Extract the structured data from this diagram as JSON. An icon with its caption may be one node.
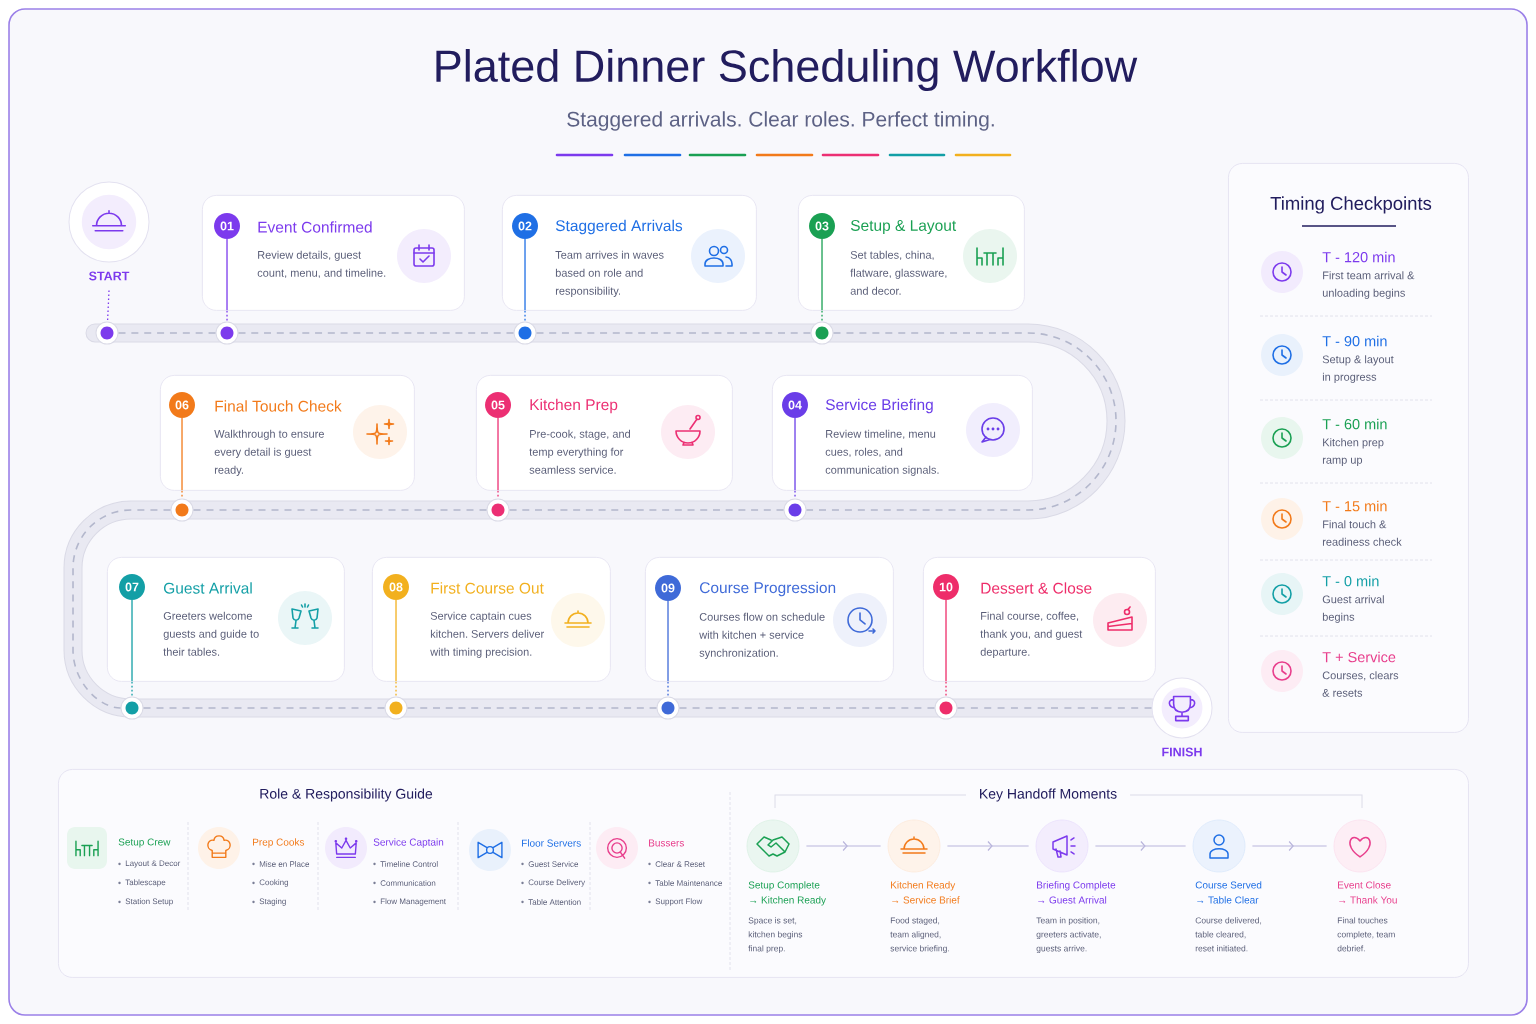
{
  "diagram": {
    "title": "Plated Dinner Scheduling Workflow",
    "nodes": [
      {
        "text": [],
        "shape": "circle",
        "beside": [
          "START"
        ]
      },
      {
        "text": [
          "01",
          "Event Confirmed",
          "Review details, guest count, menu, and timeline."
        ]
      },
      {
        "text": [
          "02",
          "Staggered Arrivals",
          "Team arrives in waves based on role and responsibility."
        ]
      },
      {
        "text": [
          "03",
          "Setup & Layout",
          "Set tables, china, flatware, glassware, and decor."
        ]
      },
      {
        "text": [
          "04",
          "Service Briefing",
          "Review timeline, menu cues, roles, and communication signals."
        ]
      },
      {
        "text": [
          "05",
          "Kitchen Prep",
          "Pre-cook, stage, and temp everything for seamless service."
        ]
      },
      {
        "text": [
          "06",
          "Final Touch Check",
          "Walkthrough to ensure every detail is guest ready."
        ]
      },
      {
        "text": [
          "07",
          "Guest Arrival",
          "Greeters welcome guests and guide to their tables."
        ]
      },
      {
        "text": [
          "08",
          "First Course Out",
          "Service captain cues kitchen. Servers deliver with timing precision."
        ]
      },
      {
        "text": [
          "09",
          "Course Progression",
          "Courses flow on schedule with kitchen + service synchronization."
        ]
      },
      {
        "text": [
          "10",
          "Dessert & Close",
          "Final course, coffee, thank you, and guest departure."
        ]
      },
      {
        "text": [],
        "shape": "circle",
        "beside": [
          "FINISH"
        ]
      },
      {
        "text": [],
        "shape": "circle"
      },
      {
        "text": [],
        "shape": "circle"
      },
      {
        "text": [],
        "shape": "circle"
      },
      {
        "text": [],
        "shape": "circle"
      },
      {
        "text": [],
        "shape": "circle"
      },
      {
        "text": [],
        "shape": "circle"
      },
      {
        "text": [],
        "shape": "circle"
      },
      {
        "text": [],
        "shape": "circle"
      },
      {
        "text": [],
        "shape": "circle"
      },
      {
        "text": [],
        "shape": "circle"
      },
      {
        "text": [],
        "shape": "circle"
      },
      {
        "text": [
          "Timing Checkpoints"
        ]
      },
      {
        "text": [
          "T - 120 min",
          "First team arrival & unloading begins"
        ],
        "in": 23
      },
      {
        "text": [
          "T - 90 min",
          "Setup & layout in progress"
        ],
        "in": 23
      },
      {
        "text": [
          "T - 60 min",
          "Kitchen prep ramp up"
        ],
        "in": 23
      },
      {
        "text": [
          "T - 15 min",
          "Final touch & readiness check"
        ],
        "in": 23
      },
      {
        "text": [
          "T - 0 min",
          "Guest arrival begins"
        ],
        "in": 23
      },
      {
        "text": [
          "T + Service",
          "Courses, clears & resets"
        ],
        "in": 23
      },
      {
        "text": [
          "Role & Responsibility Guide",
          "Key Handoff Moments"
        ]
      },
      {
        "text": [
          "Setup Crew",
          "Layout & Decor",
          "Tablescape",
          "Station Setup"
        ],
        "in": 30
      },
      {
        "text": [
          "Prep Cooks",
          "Mise en Place",
          "Cooking",
          "Staging"
        ],
        "in": 30
      },
      {
        "text": [
          "Service Captain",
          "Timeline Control",
          "Communication",
          "Flow Management"
        ],
        "in": 30
      },
      {
        "text": [
          "Floor Servers",
          "Guest Service",
          "Course Delivery",
          "Table Attention"
        ],
        "in": 30
      },
      {
        "text": [
          "Bussers",
          "Clear & Reset",
          "Table Maintenance",
          "Support Flow"
        ],
        "in": 30
      },
      {
        "text": [
          "Setup Complete → Kitchen Ready",
          "Space is set, kitchen begins final prep."
        ],
        "in": 30
      },
      {
        "text": [
          "Kitchen Ready → Service Brief",
          "Food staged, team aligned, service briefing."
        ],
        "in": 30
      },
      {
        "text": [
          "Briefing Complete → Guest Arrival",
          "Team in position, greeters activate, guests arrive."
        ],
        "in": 30
      },
      {
        "text": [
          "Course Served → Table Clear",
          "Course delivered, table cleared, reset initiated."
        ],
        "in": 30
      },
      {
        "text": [
          "Event Close → Thank You",
          "Final touches complete, team debrief."
        ],
        "in": 30
      }
    ],
    "edges": [
      {
        "from": 0,
        "to": 12,
        "arrow": "none",
        "style": "dashed",
        "color": "#7c3aed"
      },
      {
        "from": 12,
        "to": 13,
        "arrow": "none",
        "style": "dashed",
        "color": "#b3b7cc"
      },
      {
        "from": 13,
        "to": 14,
        "arrow": "none",
        "style": "dashed",
        "color": "#b3b7cc"
      },
      {
        "from": 14,
        "to": 15,
        "arrow": "none",
        "style": "dashed",
        "color": "#b3b7cc"
      },
      {
        "from": 15,
        "to": 16,
        "arrow": "none",
        "style": "dashed",
        "color": "#b3b7cc"
      },
      {
        "from": 16,
        "to": 17,
        "arrow": "none",
        "style": "dashed",
        "color": "#b3b7cc"
      },
      {
        "from": 17,
        "to": 18,
        "arrow": "none",
        "style": "dashed",
        "color": "#b3b7cc"
      },
      {
        "from": 18,
        "to": 19,
        "arrow": "none",
        "style": "dashed",
        "color": "#b3b7cc"
      },
      {
        "from": 19,
        "to": 20,
        "arrow": "none",
        "style": "dashed",
        "color": "#b3b7cc"
      },
      {
        "from": 20,
        "to": 21,
        "arrow": "none",
        "style": "dashed",
        "color": "#b3b7cc"
      },
      {
        "from": 21,
        "to": 22,
        "arrow": "none",
        "style": "dashed",
        "color": "#b3b7cc"
      },
      {
        "from": 22,
        "to": 11,
        "arrow": "none",
        "style": "dashed",
        "color": "#b3b7cc"
      },
      {
        "from": 1,
        "to": 13,
        "arrow": "none",
        "style": "dashed",
        "color": "#7c3aed"
      },
      {
        "from": 2,
        "to": 14,
        "arrow": "none",
        "style": "dashed",
        "color": "#1f6fe5"
      },
      {
        "from": 3,
        "to": 15,
        "arrow": "none",
        "style": "dashed",
        "color": "#1aa053"
      },
      {
        "from": 4,
        "to": 16,
        "arrow": "none",
        "style": "dashed",
        "color": "#6a3de8"
      },
      {
        "from": 5,
        "to": 17,
        "arrow": "none",
        "style": "dashed",
        "color": "#ec2f73"
      },
      {
        "from": 6,
        "to": 18,
        "arrow": "none",
        "style": "dashed",
        "color": "#f27a1a"
      },
      {
        "from": 7,
        "to": 19,
        "arrow": "none",
        "style": "dashed",
        "color": "#139fa6"
      },
      {
        "from": 8,
        "to": 20,
        "arrow": "none",
        "style": "dashed",
        "color": "#f2b01e"
      },
      {
        "from": 9,
        "to": 21,
        "arrow": "none",
        "style": "dashed",
        "color": "#3f6ad8"
      },
      {
        "from": 10,
        "to": 22,
        "arrow": "none",
        "style": "dashed",
        "color": "#ee2d6a"
      },
      {
        "from": 36,
        "to": 37,
        "arrow": "to",
        "color": "#b9b5dc"
      },
      {
        "from": 37,
        "to": 38,
        "arrow": "to",
        "color": "#b9b5dc"
      },
      {
        "from": 38,
        "to": 39,
        "arrow": "to",
        "color": "#b9b5dc"
      },
      {
        "from": 39,
        "to": 40,
        "arrow": "to",
        "color": "#b9b5dc"
      }
    ],
    "labels": [
      "Staggered arrivals. Clear roles. Perfect timing."
    ]
  }
}
